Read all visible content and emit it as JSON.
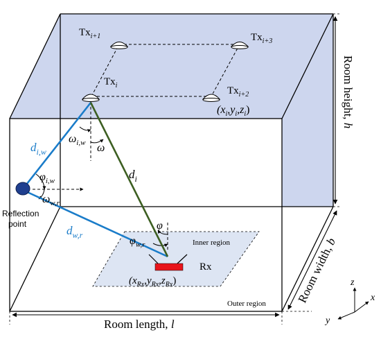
{
  "transmitters": {
    "tx_i": "Tx",
    "tx_i_sub": "i",
    "tx_i1": "Tx",
    "tx_i1_sub": "i+1",
    "tx_i2": "Tx",
    "tx_i2_sub": "i+2",
    "tx_i3": "Tx",
    "tx_i3_sub": "i+3",
    "tx_coords": "(x",
    "tx_coords_i": "i",
    "tx_coords_y": ",y",
    "tx_coords_z": ",z",
    "tx_coords_close": ")"
  },
  "paths": {
    "d_iw": "d",
    "d_iw_sub": "i,w",
    "d_wr": "d",
    "d_wr_sub": "w,r",
    "d_i": "d",
    "d_i_sub": "i"
  },
  "angles": {
    "omega_iw": "ω",
    "omega_iw_sub": "i,w",
    "omega": "ω",
    "phi_iw": "φ",
    "phi_iw_sub": "i,w",
    "omega_wr": "ω",
    "omega_wr_sub": "w,r",
    "phi": "φ",
    "phi_wr": "φ",
    "phi_wr_sub": "w,r"
  },
  "reflection": {
    "line1": "Reflection",
    "line2": "point"
  },
  "receiver": {
    "label": "Rx",
    "coords_open": "(x",
    "coords_rx1": "Rx",
    "coords_y": ",y",
    "coords_rx2": "Rx",
    "coords_z": ",z",
    "coords_rx3": "Rx",
    "coords_close": ")"
  },
  "regions": {
    "inner": "Inner region",
    "outer": "Outer region"
  },
  "dimensions": {
    "length": "Room length, ",
    "length_var": "l",
    "width": "Room width, ",
    "width_var": "b",
    "height": "Room height, ",
    "height_var": "h"
  },
  "axes": {
    "x": "x",
    "y": "y",
    "z": "z"
  },
  "colors": {
    "ceiling": "#cdd6ee",
    "blue_path": "#1a7cc9",
    "green_path": "#3d5f22",
    "receiver": "#e8141b",
    "reflection_point": "#1f3f8f",
    "inner_region": "#dde5f3"
  }
}
